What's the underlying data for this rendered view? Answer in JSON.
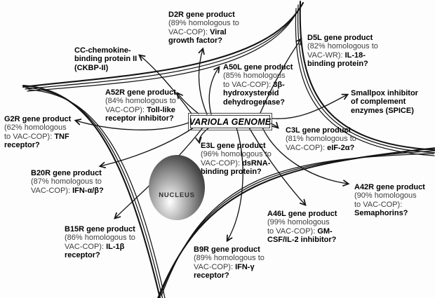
{
  "diagram": {
    "center_label": "VARIOLA GENOME",
    "nucleus_label": "NUCLEUS",
    "colors": {
      "line": "#151515",
      "text_bold": "#000000",
      "text_regular": "#3d3d3d",
      "background": "#fdfdfd"
    },
    "labels": [
      {
        "id": "d2r",
        "name": "D2R gene product",
        "mid": "(89% homologous to\nVAC-COP): ",
        "func": "Viral\ngrowth factor?"
      },
      {
        "id": "cc",
        "name": "CC-chemokine-\nbinding protein II\n(CKBP-II)",
        "mid": "",
        "func": ""
      },
      {
        "id": "d5l",
        "name": "D5L gene product",
        "mid": "(82% homologous to\nVAC-WR): ",
        "func": "IL-18-\nbinding protein?"
      },
      {
        "id": "a50l",
        "name": "A50L gene product",
        "mid": "(85% homologous\nto VAC-COP): ",
        "func": "3β-\nhydroxysteroid\ndehydrogenase?"
      },
      {
        "id": "a52r",
        "name": "A52R gene product",
        "mid": "(84% homologous to\nVAC-COP): ",
        "func": "Toll-like\nreceptor inhibitor?"
      },
      {
        "id": "spice",
        "name": "Smallpox inhibitor\nof complement\nenzymes (SPICE)",
        "mid": "",
        "func": ""
      },
      {
        "id": "g2r",
        "name": "G2R gene product",
        "mid": "(62% homologous\nto VAC-COP): ",
        "func": "TNF\nreceptor?"
      },
      {
        "id": "c3l",
        "name": "C3L gene product",
        "mid": "(81% homologous to\nVAC-COP): ",
        "func": "eIF-2α?"
      },
      {
        "id": "e3l",
        "name": "E3L gene product",
        "mid": "(96% homologous to\nVAC-COP): ",
        "func": "dsRNA-\nbinding protein?"
      },
      {
        "id": "b20r",
        "name": "B20R gene product",
        "mid": "(87% homologous to\nVAC-COP): ",
        "func": "IFN-α/β?"
      },
      {
        "id": "a42r",
        "name": "A42R gene product",
        "mid": "(90% homologous\nto VAC-COP):\n",
        "func": "Semaphorins?"
      },
      {
        "id": "a46l",
        "name": "A46L gene product",
        "mid": "(99% homologous\nto VAC-COP): ",
        "func": "GM-\nCSF/IL-2 inhibitor?"
      },
      {
        "id": "b15r",
        "name": "B15R gene product",
        "mid": "(86% homologous to\nVAC-COP): ",
        "func": "IL-1β\nreceptor?"
      },
      {
        "id": "b9r",
        "name": "B9R gene product",
        "mid": "(89% homologous to\nVAC-COP): ",
        "func": "IFN-γ\nreceptor?"
      }
    ]
  }
}
